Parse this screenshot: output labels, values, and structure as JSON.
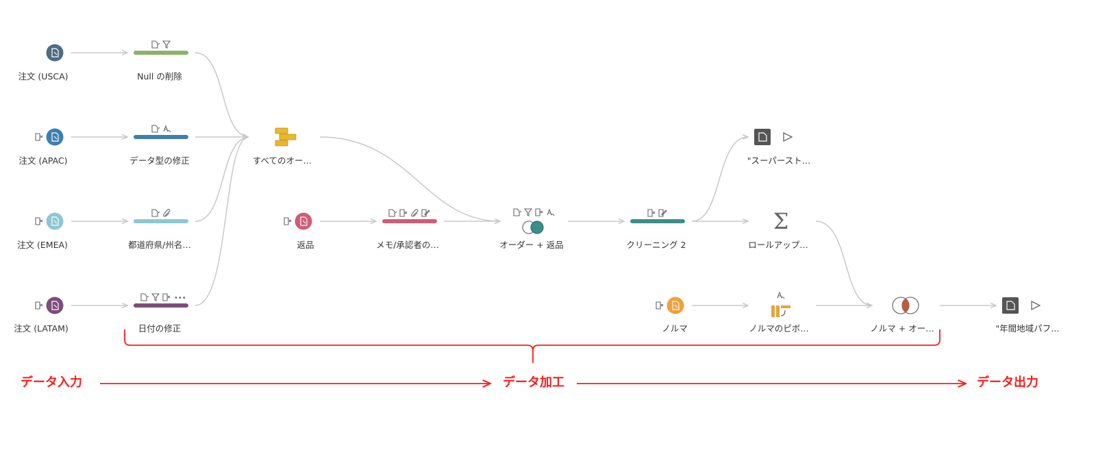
{
  "colors": {
    "usca": "#4e6c84",
    "apac": "#3d7fb0",
    "emea": "#8dc7d4",
    "latam": "#7d4d7a",
    "returns": "#d35b79",
    "quota": "#f0a03b",
    "null_step": "#8ab36a",
    "join_teal": "#3a8f8a",
    "union_yellow": "#e8b92e",
    "output_gray": "#555555",
    "edge": "#c8c8c8",
    "annotation": "#ff1a1a"
  },
  "nodes": {
    "in_usca": "注文 (USCA)",
    "in_apac": "注文 (APAC)",
    "in_emea": "注文 (EMEA)",
    "in_latam": "注文 (LATAM)",
    "clean_null": "Null の削除",
    "clean_type": "データ型の修正",
    "clean_region": "都道府県/州名…",
    "clean_date": "日付の修正",
    "union_all": "すべてのオー…",
    "in_returns": "返品",
    "clean_memo": "メモ/承認者の…",
    "join_orders_returns": "オーダー + 返品",
    "clean2": "クリーニング 2",
    "out_superstore": "\"スーパースト…",
    "rollup": "ロールアップ…",
    "in_quota": "ノルマ",
    "pivot_quota": "ノルマのピボ…",
    "join_quota": "ノルマ + オー…",
    "out_annual": "\"年間地域パフ…"
  },
  "annotations": {
    "input": "データ入力",
    "process": "データ加工",
    "output": "データ出力"
  },
  "icons": {
    "clean_step_toolbar": [
      "file-edit-icon",
      "filter-icon",
      "remove-field-icon",
      "rename-icon",
      "link-icon",
      "pencil-icon",
      "more-icon"
    ],
    "input": "file-source-icon",
    "join": "join-venn-icon",
    "union": "union-icon",
    "aggregate": "sigma-icon",
    "pivot": "pivot-icon",
    "output": "output-file-icon",
    "run": "play-icon"
  }
}
